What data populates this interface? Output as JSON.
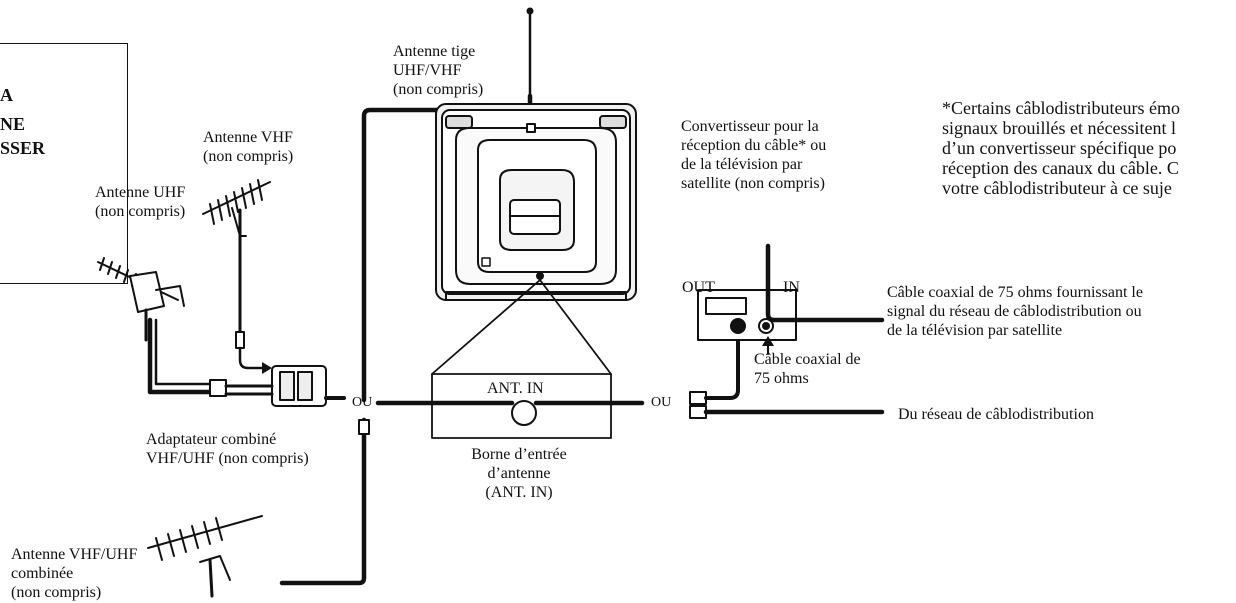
{
  "side_box": {
    "line1": "A",
    "line2": "NE",
    "line3": "SSER"
  },
  "labels": {
    "rod_antenna": "Antenne tige\nUHF/VHF\n(non compris)",
    "vhf_antenna": "Antenne VHF\n(non compris)",
    "uhf_antenna": "Antenne UHF\n(non compris)",
    "combiner": "Adaptateur combiné\nVHF/UHF (non compris)",
    "vhf_uhf_antenna": "Antenne VHF/UHF\ncombinée\n(non compris)",
    "ou_left": "OU",
    "ou_right": "OU",
    "ant_in": "ANT. IN",
    "input_terminal": "Borne d’entrée\nd’antenne\n(ANT. IN)",
    "converter": "Convertisseur pour la\nréception du câble* ou\nde la télévision par\nsatellite (non compris)",
    "out": "OUT",
    "in": "IN",
    "coax_75": "Câble coaxial de\n75 ohms",
    "coax_signal": "Câble coaxial de 75 ohms fournissant le\nsignal du réseau de câblodistribution ou\nde la télévision par satellite",
    "cable_network": "Du réseau de câblodistribution",
    "footnote": "*Certains câblodistributeurs émo\nsignaux brouillés et nécessitent l\nd’un convertisseur spécifique po\nréception des canaux du câble. C\nvotre câblodistributeur à ce suje"
  },
  "colors": {
    "ink": "#111111",
    "paper": "#ffffff"
  }
}
